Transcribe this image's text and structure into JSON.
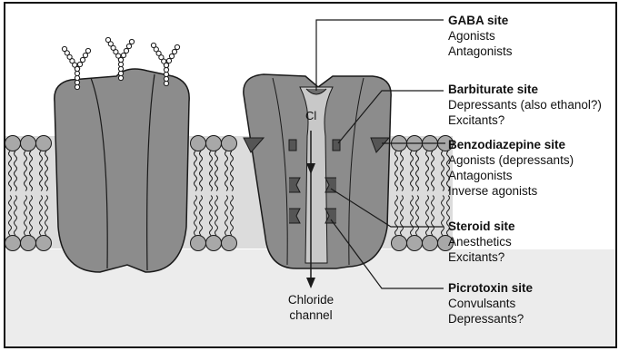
{
  "ion_label": "Cl",
  "channel_label": [
    "Chloride",
    "channel"
  ],
  "sites": [
    {
      "title": "GABA site",
      "items": [
        "Agonists",
        "Antagonists"
      ]
    },
    {
      "title": "Barbiturate site",
      "items": [
        "Depressants (also ethanol?)",
        "Excitants?"
      ]
    },
    {
      "title": "Benzodiazepine site",
      "items": [
        "Agonists (depressants)",
        "Antagonists",
        "Inverse agonists"
      ]
    },
    {
      "title": "Steroid site",
      "items": [
        "Anesthetics",
        "Excitants?"
      ]
    },
    {
      "title": "Picrotoxin site",
      "items": [
        "Convulsants",
        "Depressants?"
      ]
    }
  ],
  "colors": {
    "protein": "#8c8c8c",
    "protein_dark": "#6e6e6e",
    "lipid_head": "#a8a8a8",
    "membrane_bg": "#d9d9d9",
    "outline": "#1a1a1a"
  }
}
